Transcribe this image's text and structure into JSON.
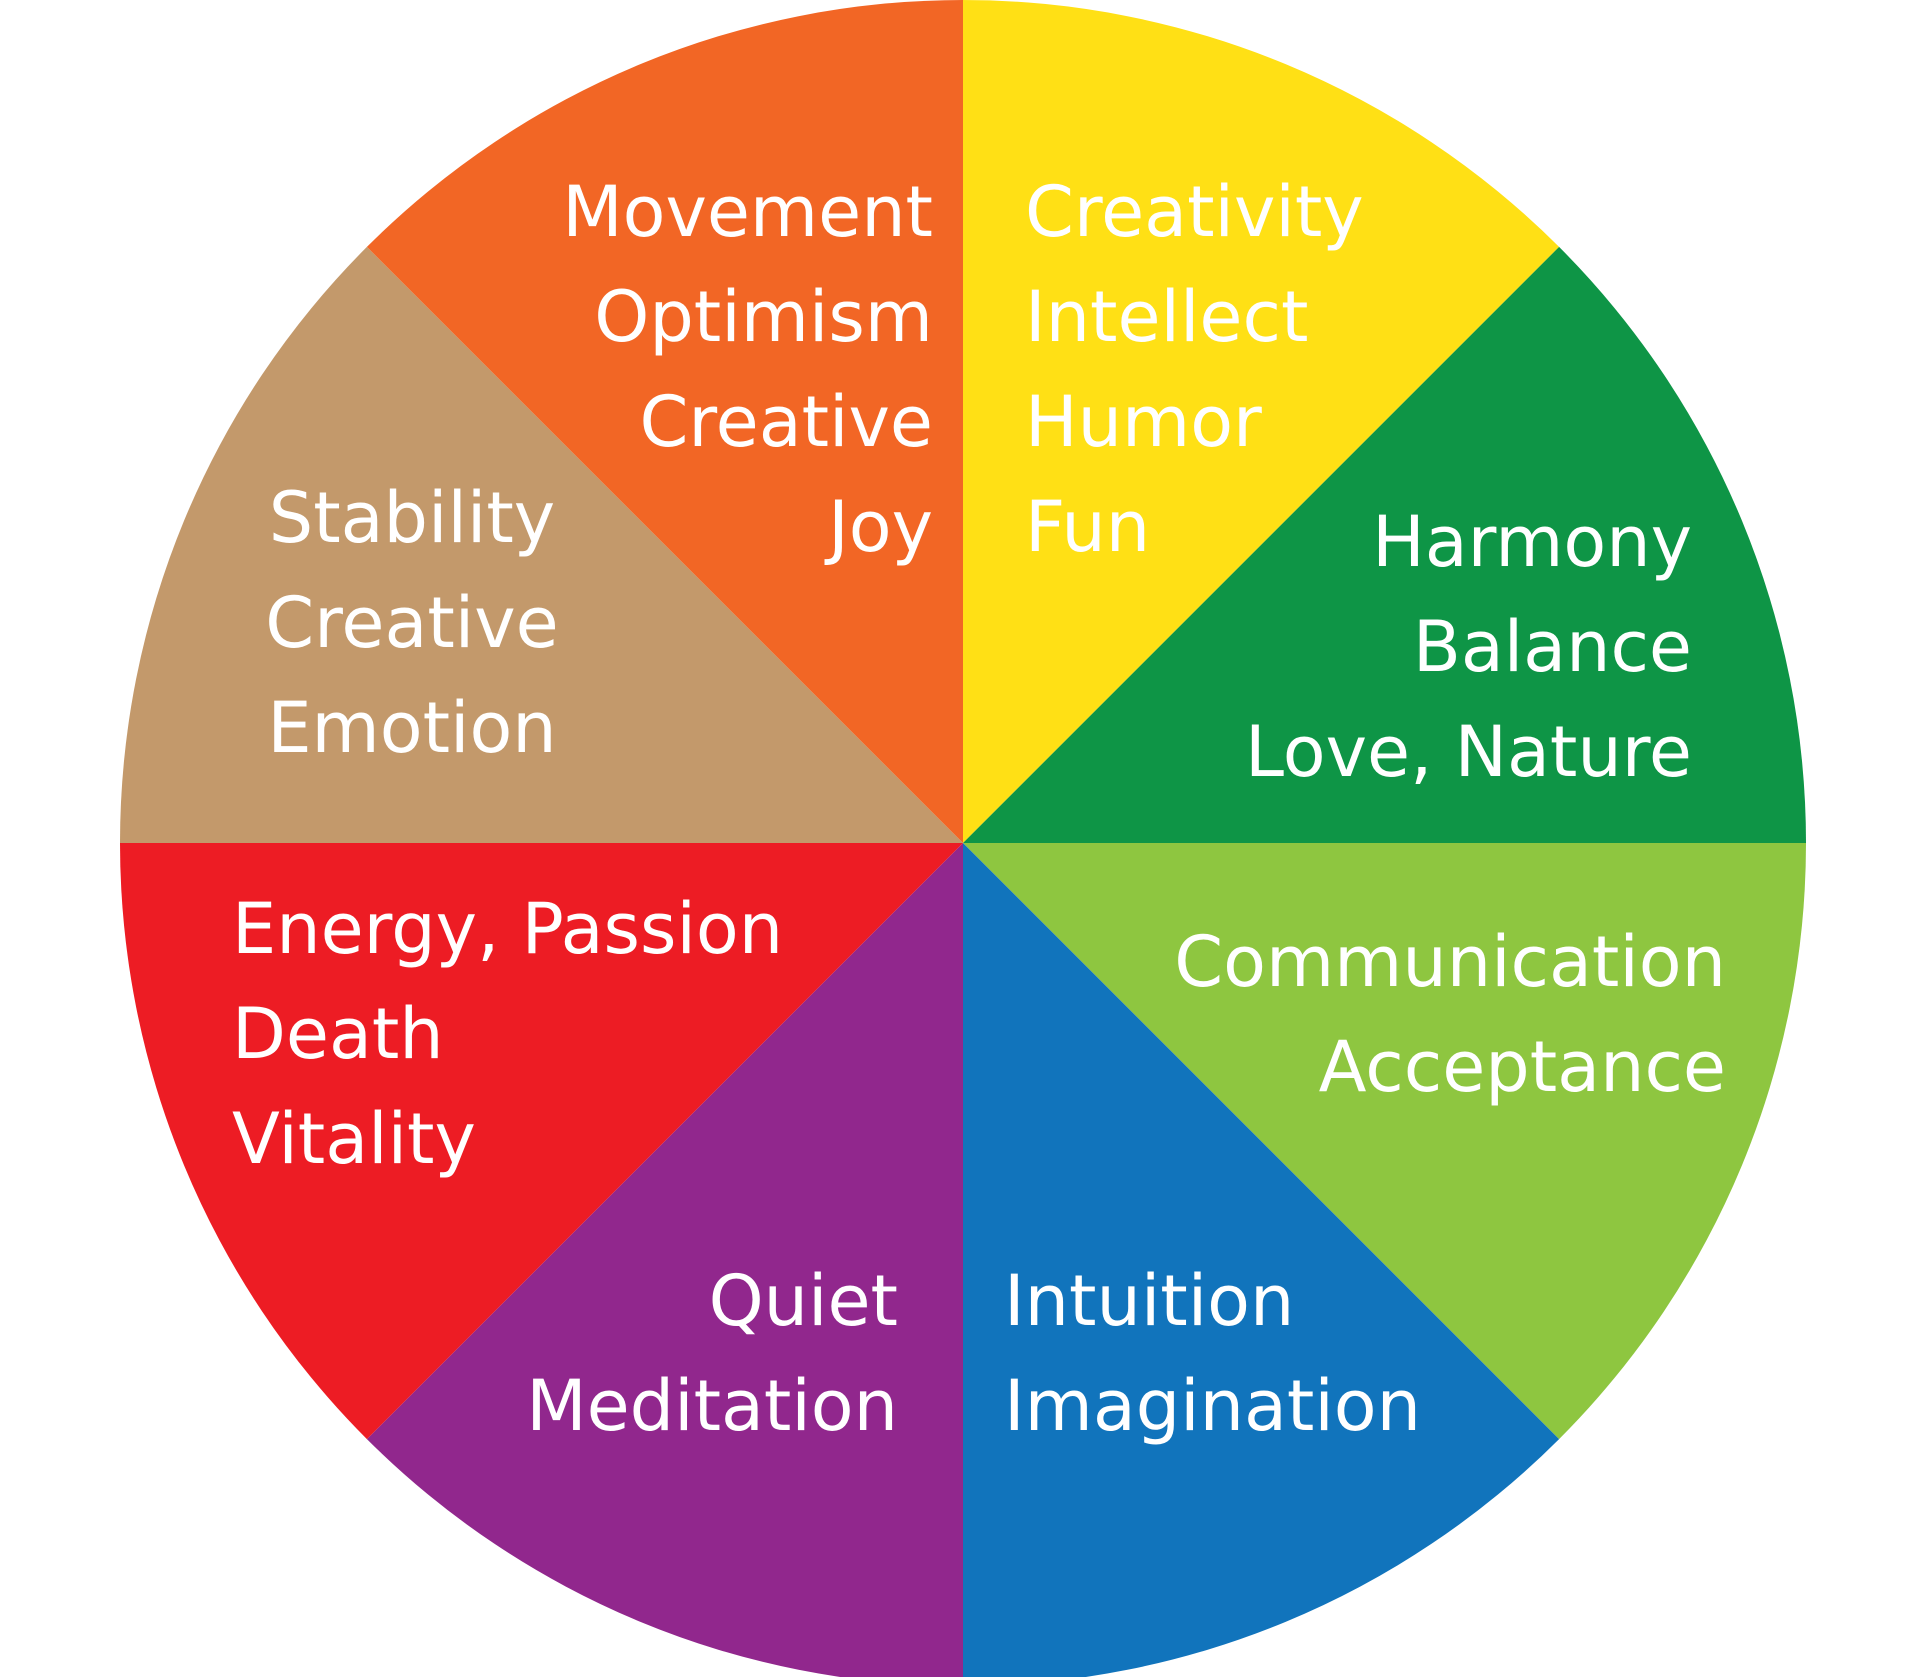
{
  "wheel": {
    "segments": [
      {
        "id": "yellow",
        "color": "#FFE015",
        "lines": [
          "Creativity",
          "Intellect",
          "Humor",
          "Fun"
        ]
      },
      {
        "id": "dark-green",
        "color": "#0E9546",
        "lines": [
          "Harmony",
          "Balance",
          "Love, Nature"
        ]
      },
      {
        "id": "light-green",
        "color": "#8EC640",
        "lines": [
          "Communication",
          "Acceptance"
        ]
      },
      {
        "id": "blue",
        "color": "#1174BC",
        "lines": [
          "Intuition",
          "Imagination"
        ]
      },
      {
        "id": "purple",
        "color": "#91278D",
        "lines": [
          "Quiet",
          "Meditation"
        ]
      },
      {
        "id": "red",
        "color": "#ED1C24",
        "lines": [
          "Energy, Passion",
          "Death",
          "Vitality"
        ]
      },
      {
        "id": "tan",
        "color": "#C3996B",
        "lines": [
          "Stability",
          "Creative",
          "Emotion"
        ]
      },
      {
        "id": "orange",
        "color": "#F26625",
        "lines": [
          "Movement",
          "Optimism",
          "Creative",
          "Joy"
        ]
      }
    ]
  }
}
